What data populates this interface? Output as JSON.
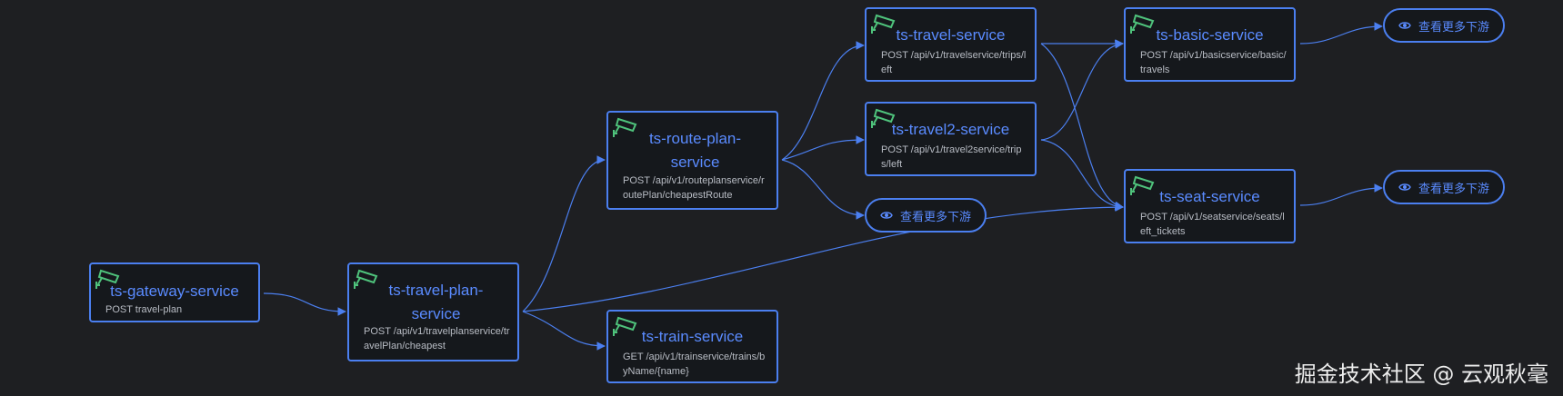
{
  "nodes": {
    "gateway": {
      "title": "ts-gateway-service",
      "route": "POST travel-plan"
    },
    "travel_plan": {
      "title": "ts-travel-plan-service",
      "route": "POST /api/v1/travelplanservice/travelPlan/cheapest"
    },
    "route_plan": {
      "title": "ts-route-plan-service",
      "route": "POST /api/v1/routeplanservice/routePlan/cheapestRoute"
    },
    "train": {
      "title": "ts-train-service",
      "route": "GET /api/v1/trainservice/trains/byName/{name}"
    },
    "travel": {
      "title": "ts-travel-service",
      "route": "POST /api/v1/travelservice/trips/left"
    },
    "travel2": {
      "title": "ts-travel2-service",
      "route": "POST /api/v1/travel2service/trips/left"
    },
    "basic": {
      "title": "ts-basic-service",
      "route": "POST /api/v1/basicservice/basic/travels"
    },
    "seat": {
      "title": "ts-seat-service",
      "route": "POST /api/v1/seatservice/seats/left_tickets"
    }
  },
  "more_label": "查看更多下游",
  "watermark": "掘金技术社区 @ 云观秋毫",
  "colors": {
    "background": "#1e1f22",
    "node_bg": "#15181c",
    "accent": "#4b7ff0",
    "title": "#5a8bff",
    "icon": "#4fc37c"
  },
  "icons": {
    "service": "surveillance-camera-icon",
    "more": "eye-icon"
  }
}
